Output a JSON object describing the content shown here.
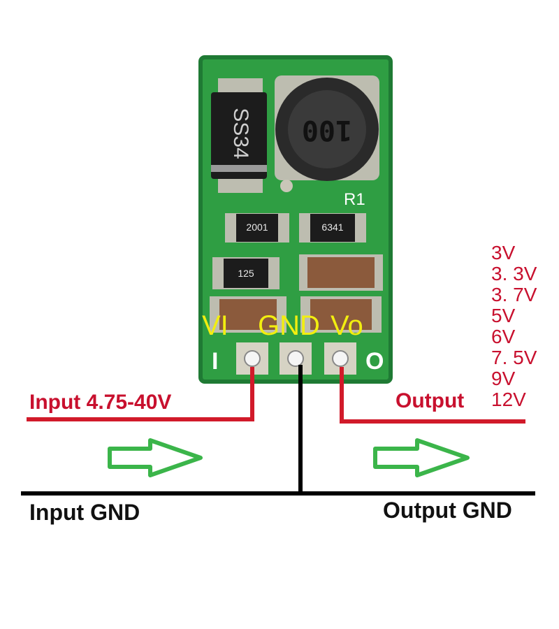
{
  "colors": {
    "board_green": "#2f9e43",
    "board_green_dark": "#1f7a34",
    "wire_red": "#d11a2a",
    "wire_black": "#000000",
    "arrow_green": "#3bb54a",
    "label_red": "#c8102e",
    "label_yellow": "#f2ee10",
    "pad_gold": "#c9c6b8"
  },
  "components": {
    "diode_marking": "SS34",
    "inductor_marking": "100",
    "resistor_r1_label": "R1",
    "resistor_1_marking": "2001",
    "resistor_2_marking": "6341",
    "resistor_3_marking": "125"
  },
  "board_silk": {
    "input_mark": "I",
    "output_mark": "O"
  },
  "pin_labels": {
    "vi": "VI",
    "gnd": "GND",
    "vo": "Vo"
  },
  "labels": {
    "input_voltage": "Input 4.75-40V",
    "output": "Output",
    "input_gnd": "Input GND",
    "output_gnd": "Output GND"
  },
  "output_voltages": [
    "3V",
    "3. 3V",
    "3. 7V",
    "5V",
    "6V",
    "7. 5V",
    "9V",
    "12V"
  ]
}
